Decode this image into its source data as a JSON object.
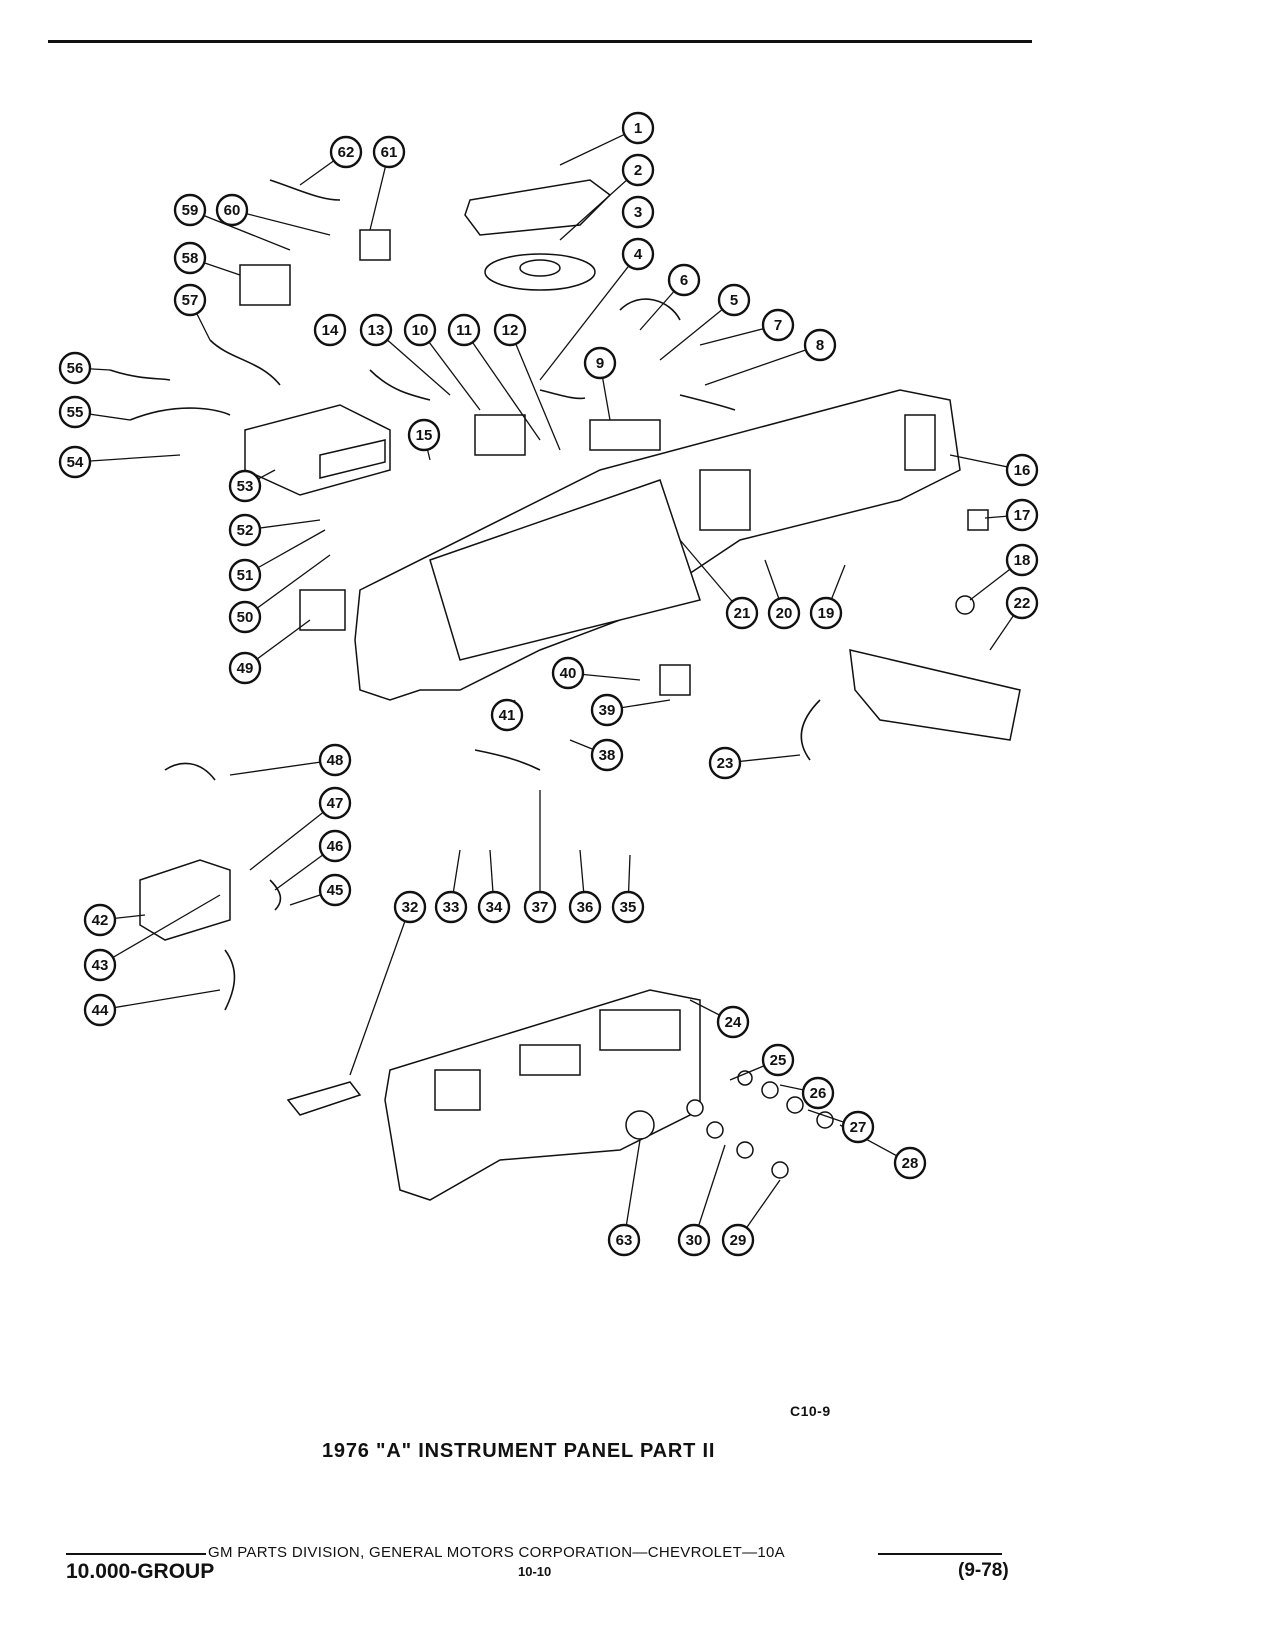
{
  "figure": {
    "code": "C10-9",
    "title": "1976 \"A\" INSTRUMENT PANEL PART II"
  },
  "footer": {
    "line": "GM PARTS DIVISION, GENERAL MOTORS CORPORATION—CHEVROLET—10A",
    "group": "10.000-GROUP",
    "page": "10-10",
    "date": "(9-78)"
  },
  "callouts": [
    "1",
    "2",
    "3",
    "4",
    "5",
    "6",
    "7",
    "8",
    "9",
    "10",
    "11",
    "12",
    "13",
    "14",
    "15",
    "16",
    "17",
    "18",
    "19",
    "20",
    "21",
    "22",
    "23",
    "24",
    "25",
    "26",
    "27",
    "28",
    "29",
    "30",
    "32",
    "33",
    "34",
    "35",
    "36",
    "37",
    "38",
    "39",
    "40",
    "41",
    "42",
    "43",
    "44",
    "45",
    "46",
    "47",
    "48",
    "49",
    "50",
    "51",
    "52",
    "53",
    "54",
    "55",
    "56",
    "57",
    "58",
    "59",
    "60",
    "61",
    "62",
    "63"
  ]
}
